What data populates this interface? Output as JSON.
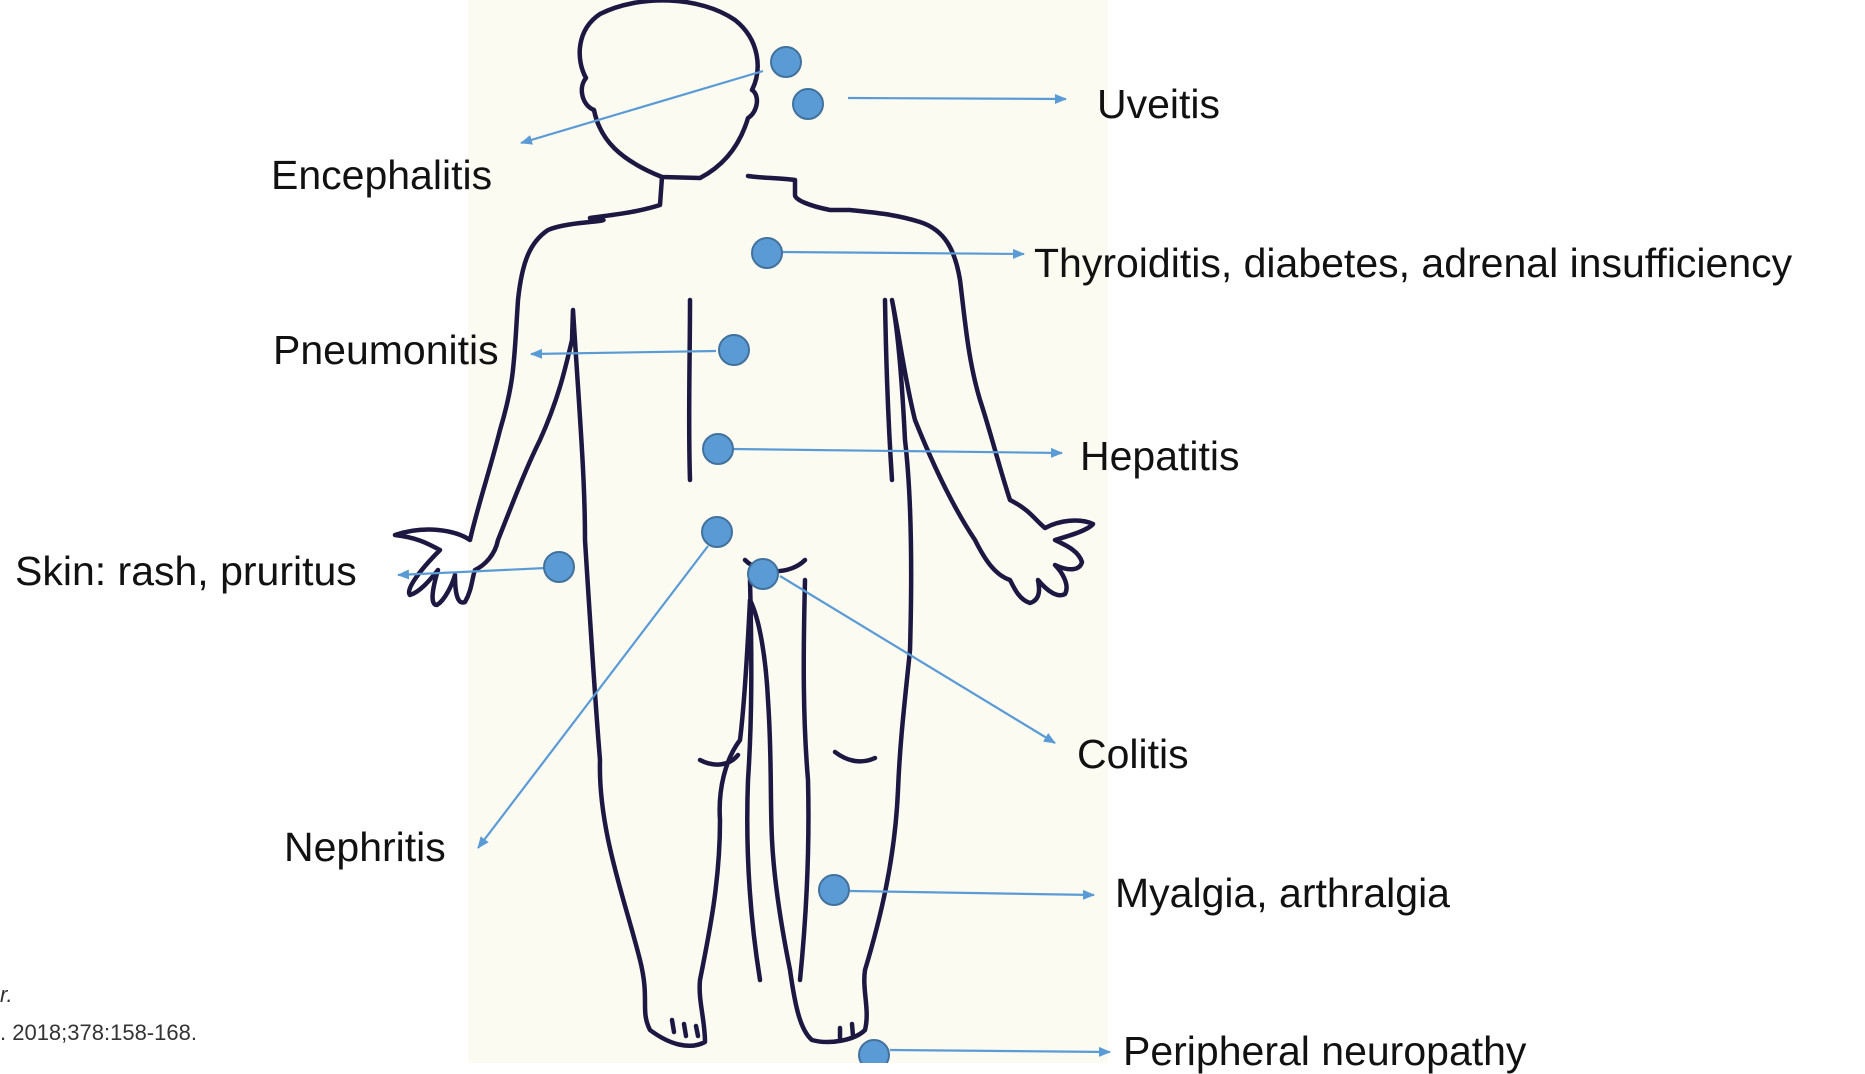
{
  "diagram": {
    "labels": {
      "encephalitis": "Encephalitis",
      "uveitis": "Uveitis",
      "thyroiditis": "Thyroiditis, diabetes, adrenal insufficiency",
      "pneumonitis": "Pneumonitis",
      "hepatitis": "Hepatitis",
      "skin": "Skin: rash, pruritus",
      "colitis": "Colitis",
      "nephritis": "Nephritis",
      "myalgia": "Myalgia, arthralgia",
      "neuropathy": "Peripheral neuropathy"
    },
    "citation": {
      "line1": "r.",
      "line2": ". 2018;378:158-168."
    },
    "colors": {
      "dot": "#5b9bd5",
      "dot_stroke": "#41719c",
      "arrow": "#5b9bd5",
      "body_outline": "#1c1842",
      "panel_bg": "#fbfbf2"
    }
  }
}
